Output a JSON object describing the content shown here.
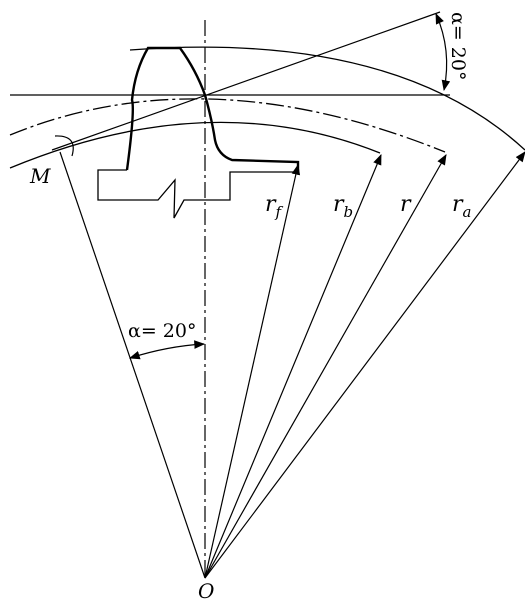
{
  "labels": {
    "M": "M",
    "O": "O",
    "r_f_main": "r",
    "r_f_sub": "f",
    "r_b_main": "r",
    "r_b_sub": "b",
    "r_main": "r",
    "r_a_main": "r",
    "r_a_sub": "a",
    "alpha_bottom": "α= 20°",
    "alpha_top": "α= 20°"
  },
  "colors": {
    "stroke": "#000000",
    "background": "#ffffff"
  }
}
